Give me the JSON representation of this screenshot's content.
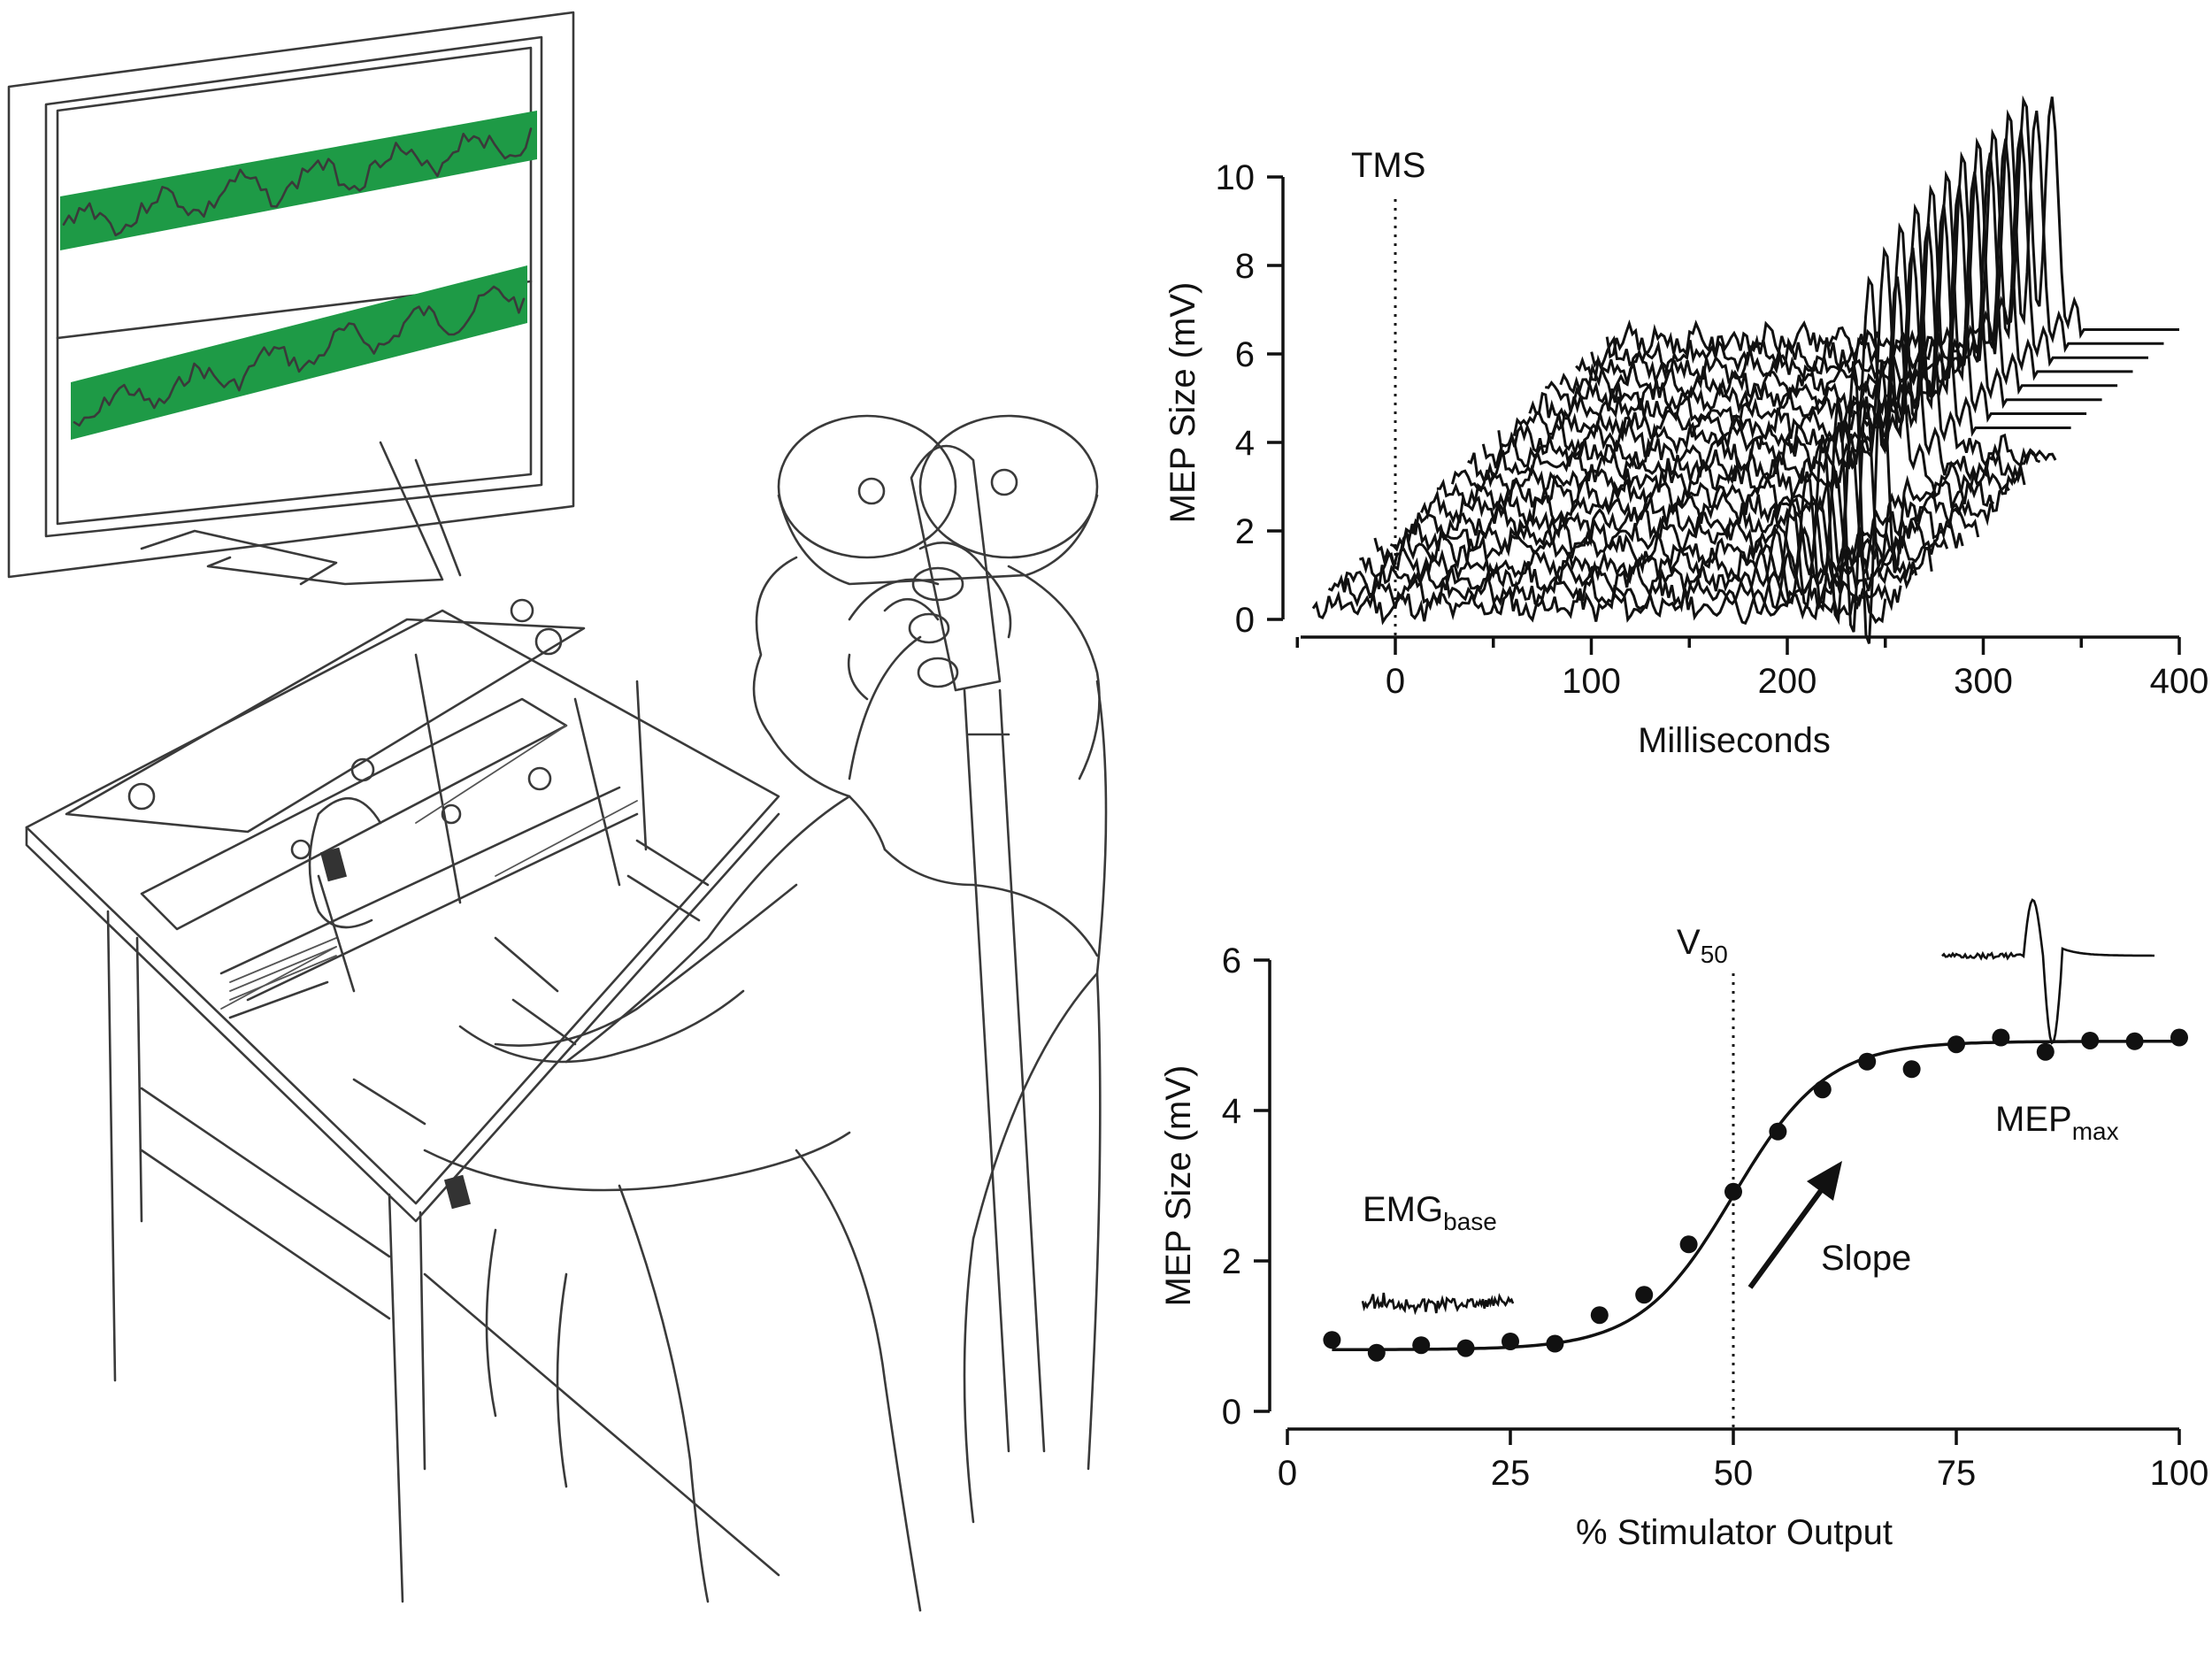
{
  "colors": {
    "monitor_band": "#1e9a46",
    "ink": "#111111",
    "sketch": "#3a3a3a"
  },
  "illustration": {
    "subject": "seated participant with TMS coil, hand manipulandum apparatus and EMG monitor"
  },
  "chart_data": [
    {
      "type": "line",
      "style": "waterfall",
      "ylabel": "MEP Size (mV)",
      "xlabel": "Milliseconds",
      "xlim": [
        -50,
        400
      ],
      "ylim": [
        0,
        10
      ],
      "xticks": [
        0,
        100,
        200,
        300,
        400
      ],
      "yticks": [
        0,
        2,
        4,
        6,
        8,
        10
      ],
      "xtick_labels": [
        "0",
        "100",
        "200",
        "300",
        "400"
      ],
      "ytick_labels": [
        "0",
        "2",
        "4",
        "6",
        "8",
        "10"
      ],
      "annotations": [
        {
          "text": "TMS",
          "x": 0
        }
      ],
      "marker_line_x": 0,
      "trace_count": 20,
      "trace_window_ms": [
        -42,
        250
      ],
      "waterfall_offset_ms": 150,
      "waterfall_offset_mV": 6.0,
      "trace_peak_mV": [
        0.7,
        0.8,
        1.0,
        1.2,
        1.6,
        2.0,
        2.6,
        3.2,
        3.8,
        4.2,
        4.5,
        4.7,
        4.8,
        4.9,
        4.9,
        5.0,
        5.0,
        4.9,
        5.0,
        5.0
      ],
      "mep_latency_ms": [
        168,
        190
      ]
    },
    {
      "type": "scatter",
      "fit": "sigmoid",
      "ylabel": "MEP Size (mV)",
      "xlabel": "% Stimulator Output",
      "xlim": [
        0,
        100
      ],
      "ylim": [
        0,
        6
      ],
      "xticks": [
        0,
        25,
        50,
        75,
        100
      ],
      "yticks": [
        0,
        2,
        4,
        6
      ],
      "xtick_labels": [
        "0",
        "25",
        "50",
        "75",
        "100"
      ],
      "ytick_labels": [
        "0",
        "2",
        "4",
        "6"
      ],
      "x": [
        5,
        10,
        15,
        20,
        25,
        30,
        35,
        40,
        45,
        50,
        55,
        60,
        65,
        70,
        75,
        80,
        85,
        90,
        95,
        100
      ],
      "y": [
        0.95,
        0.78,
        0.88,
        0.84,
        0.93,
        0.9,
        1.28,
        1.55,
        2.22,
        2.92,
        3.72,
        4.28,
        4.65,
        4.55,
        4.88,
        4.97,
        4.78,
        4.93,
        4.92,
        4.97
      ],
      "sigmoid_fit": {
        "min": 0.82,
        "max": 4.92,
        "v50": 50,
        "slope": 5.2
      },
      "marker_line_x": 50,
      "annotations": {
        "v50": {
          "base": "V",
          "sub": "50"
        },
        "emg_base": {
          "base": "EMG",
          "sub": "base"
        },
        "mep_max": {
          "base": "MEP",
          "sub": "max"
        },
        "slope": "Slope"
      }
    }
  ]
}
